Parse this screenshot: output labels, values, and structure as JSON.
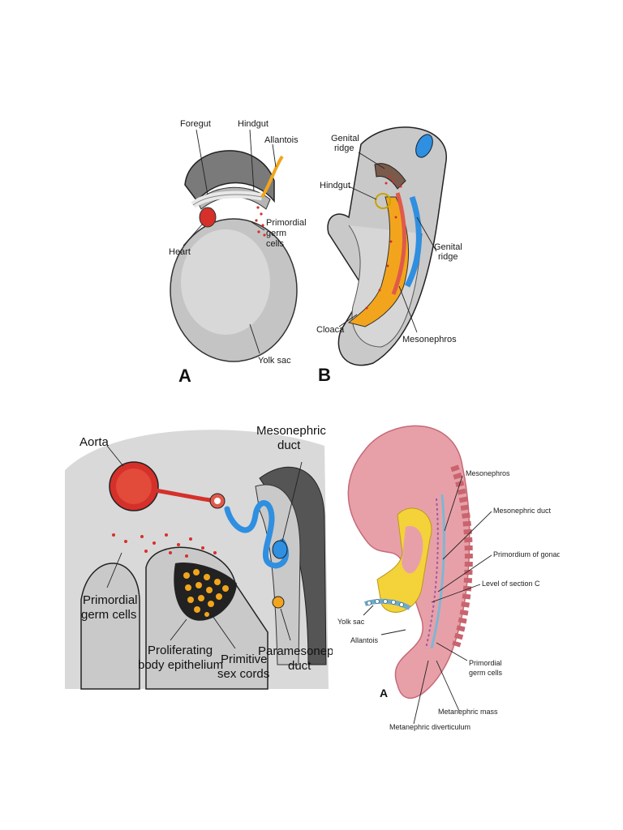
{
  "panel_top_left": {
    "labels": {
      "foregut": "Foregut",
      "hindgut": "Hindgut",
      "allantois": "Allantois",
      "heart": "Heart",
      "pgc_line1": "Primordial",
      "pgc_line2": "germ",
      "pgc_line3": "cells",
      "yolk_sac": "Yolk sac"
    },
    "letter": "A"
  },
  "panel_top_right": {
    "labels": {
      "genital_ridge_top_1": "Genital",
      "genital_ridge_top_2": "ridge",
      "hindgut": "Hindgut",
      "genital_ridge_right_1": "Genital",
      "genital_ridge_right_2": "ridge",
      "cloaca": "Cloaca",
      "mesonephros": "Mesonephros"
    },
    "letter": "B"
  },
  "panel_bottom_left": {
    "labels": {
      "aorta": "Aorta",
      "mesonephric_duct_1": "Mesonephric",
      "mesonephric_duct_2": "duct",
      "pgc_1": "Primordial",
      "pgc_2": "germ cells",
      "prolif_1": "Proliferating",
      "prolif_2": "body epithelium",
      "sex_cords_1": "Primitive",
      "sex_cords_2": "sex cords",
      "paramesonephric_1": "Paramesonephr",
      "paramesonephric_2": "duct"
    }
  },
  "panel_bottom_right": {
    "labels": {
      "mesonephros": "Mesonephros",
      "mesonephric_duct": "Mesonephric duct",
      "primordium_gonad": "Primordium of gonad",
      "level_section": "Level of section C",
      "yolk_sac": "Yolk sac",
      "allantois": "Allantois",
      "pgc_1": "Primordial",
      "pgc_2": "germ cells",
      "metanephric_mass": "Metanephric mass",
      "metanephric_diverticulum": "Metanephric diverticulum"
    },
    "letter": "A"
  },
  "colors": {
    "tissue_gray": "#c9c9c9",
    "tissue_dark": "#6e6e6e",
    "red": "#d6302a",
    "orange": "#f2a51c",
    "blue": "#2f8fe0",
    "pink": "#e8a0a8",
    "yellow": "#f4d23a"
  }
}
